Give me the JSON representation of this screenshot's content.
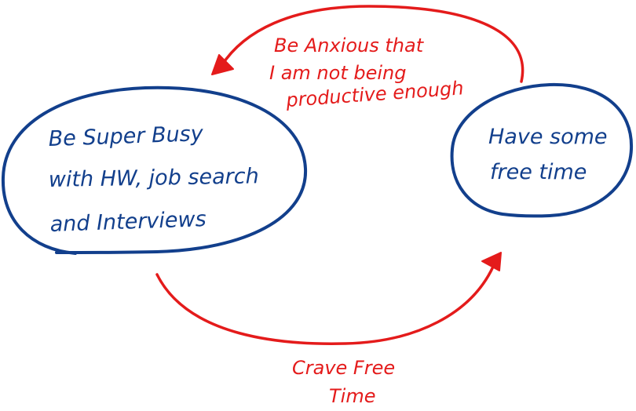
{
  "nodes": {
    "busy": {
      "lines": [
        "Be Super Busy",
        "with HW, job search",
        "and Interviews"
      ]
    },
    "free": {
      "lines": [
        "Have some",
        "free time"
      ]
    }
  },
  "edges": {
    "top": {
      "lines": [
        "Be Anxious that",
        "I am not being",
        "productive enough"
      ]
    },
    "bottom": {
      "lines": [
        "Crave Free",
        "Time"
      ]
    }
  },
  "colors": {
    "node_outline": "#123f8c",
    "node_text": "#123f8c",
    "edge": "#e41b1b",
    "edge_text": "#e41b1b"
  }
}
